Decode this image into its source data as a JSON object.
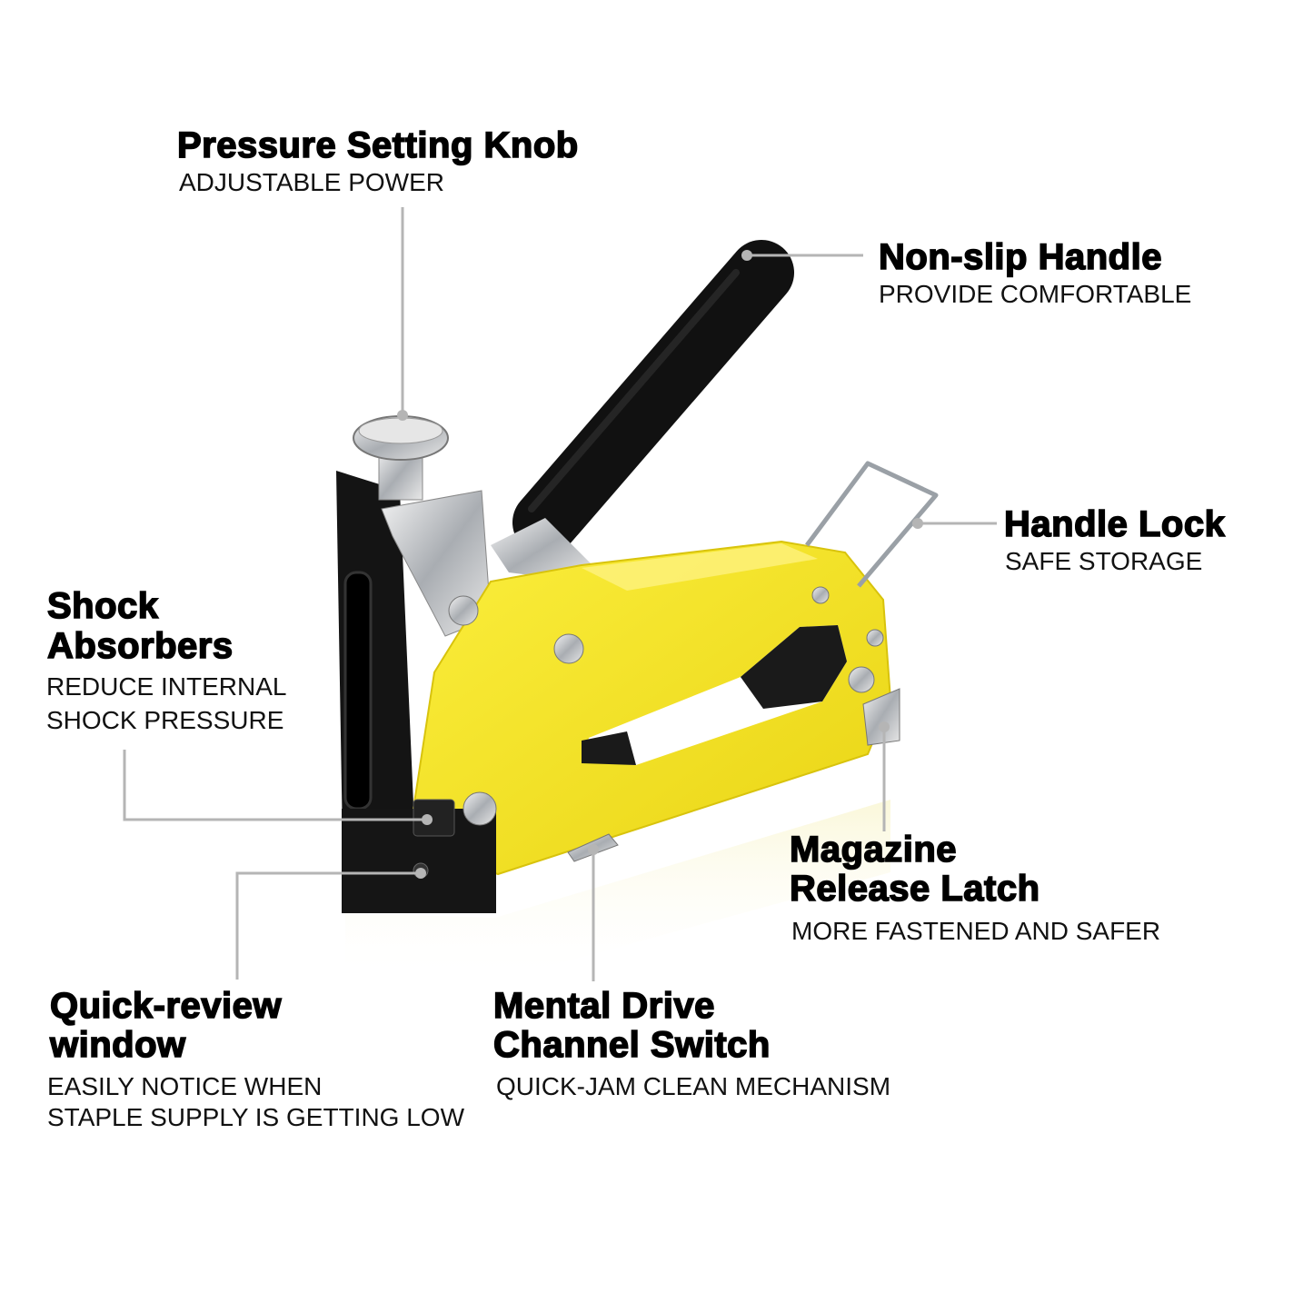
{
  "features": {
    "pressure": {
      "title": "Pressure Setting Knob",
      "sub": "ADJUSTABLE POWER"
    },
    "handle": {
      "title": "Non-slip Handle",
      "sub": "PROVIDE COMFORTABLE"
    },
    "lock": {
      "title": "Handle Lock",
      "sub": "SAFE STORAGE"
    },
    "shock": {
      "title1": "Shock",
      "title2": "Absorbers",
      "sub1": "REDUCE INTERNAL",
      "sub2": "SHOCK PRESSURE"
    },
    "magazine": {
      "title1": "Magazine",
      "title2": "Release Latch",
      "sub": "MORE FASTENED AND SAFER"
    },
    "window": {
      "title1": "Quick-review",
      "title2": "window",
      "sub1": "EASILY NOTICE WHEN",
      "sub2": "STAPLE SUPPLY IS GETTING LOW"
    },
    "channel": {
      "title1": "Mental Drive",
      "title2": "Channel Switch",
      "sub": "QUICK-JAM CLEAN MECHANISM"
    }
  },
  "colors": {
    "yellow": "#f5e11f",
    "black": "#111111",
    "chrome": "#c9ccd0",
    "leader": "#b5b5b5"
  }
}
